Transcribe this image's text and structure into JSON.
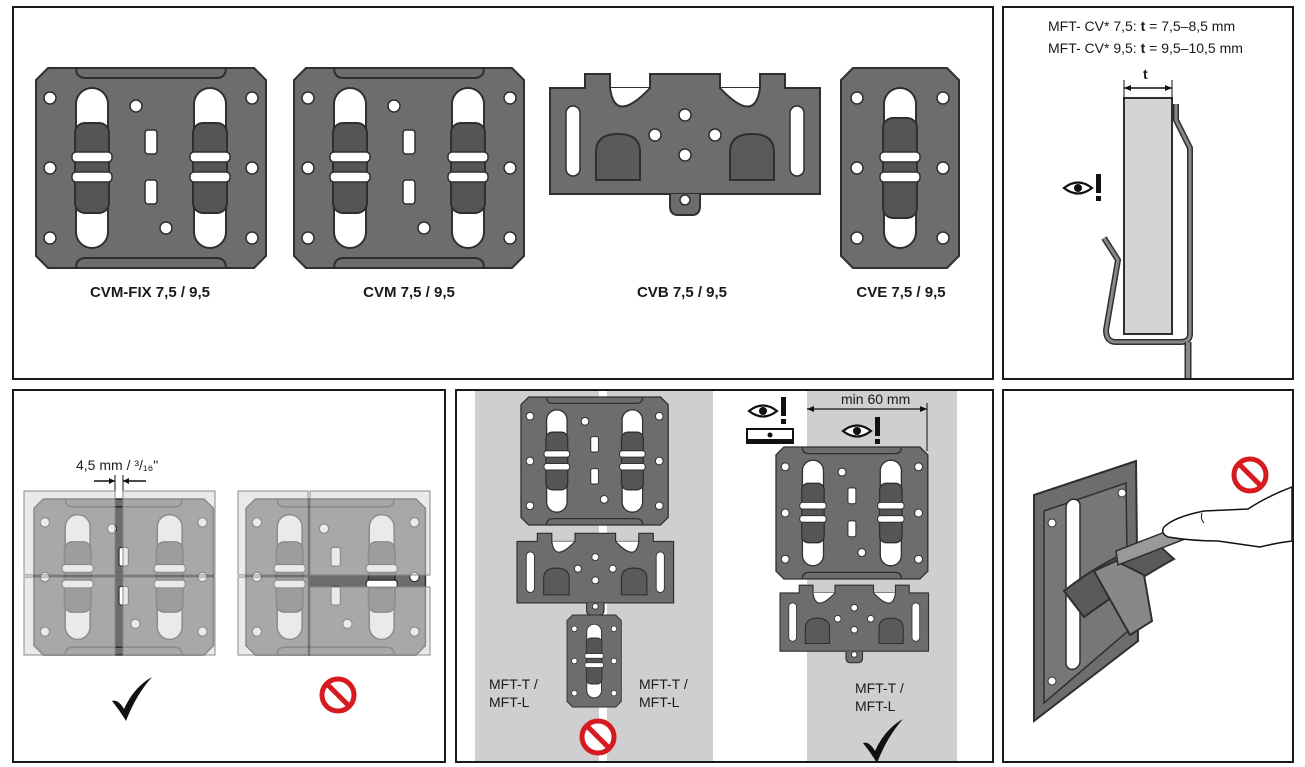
{
  "top_panel": {
    "labels": [
      "CVM-FIX 7,5 / 9,5",
      "CVM 7,5 / 9,5",
      "CVB 7,5 / 9,5",
      "CVE 7,5 / 9,5"
    ]
  },
  "thickness_panel": {
    "line1_prefix": "MFT- CV* 7,5: ",
    "line1_var": "t",
    "line1_value": " = 7,5–8,5 mm",
    "line2_prefix": "MFT- CV* 9,5: ",
    "line2_var": "t",
    "line2_value": " = 9,5–10,5 mm",
    "dim_label": "t"
  },
  "gap_panel": {
    "gap_label": "4,5 mm / ³/₁₆\""
  },
  "rail_panel": {
    "left_label_right": "MFT-T /\nMFT-L",
    "left_label_left": "MFT-T /\nMFT-L",
    "right_label": "MFT-T /\nMFT-L",
    "min_label": "min 60 mm"
  },
  "colors": {
    "bracket": "#6b6b6b",
    "bracket_stroke": "#3a3a3a",
    "rail_gray": "#cfcfcf",
    "prohibit_red": "#d71920"
  },
  "icons": [
    "checkmark-icon",
    "prohibited-icon",
    "eye-attention-icon",
    "spirit-level-icon",
    "hand-pointer-icon"
  ]
}
